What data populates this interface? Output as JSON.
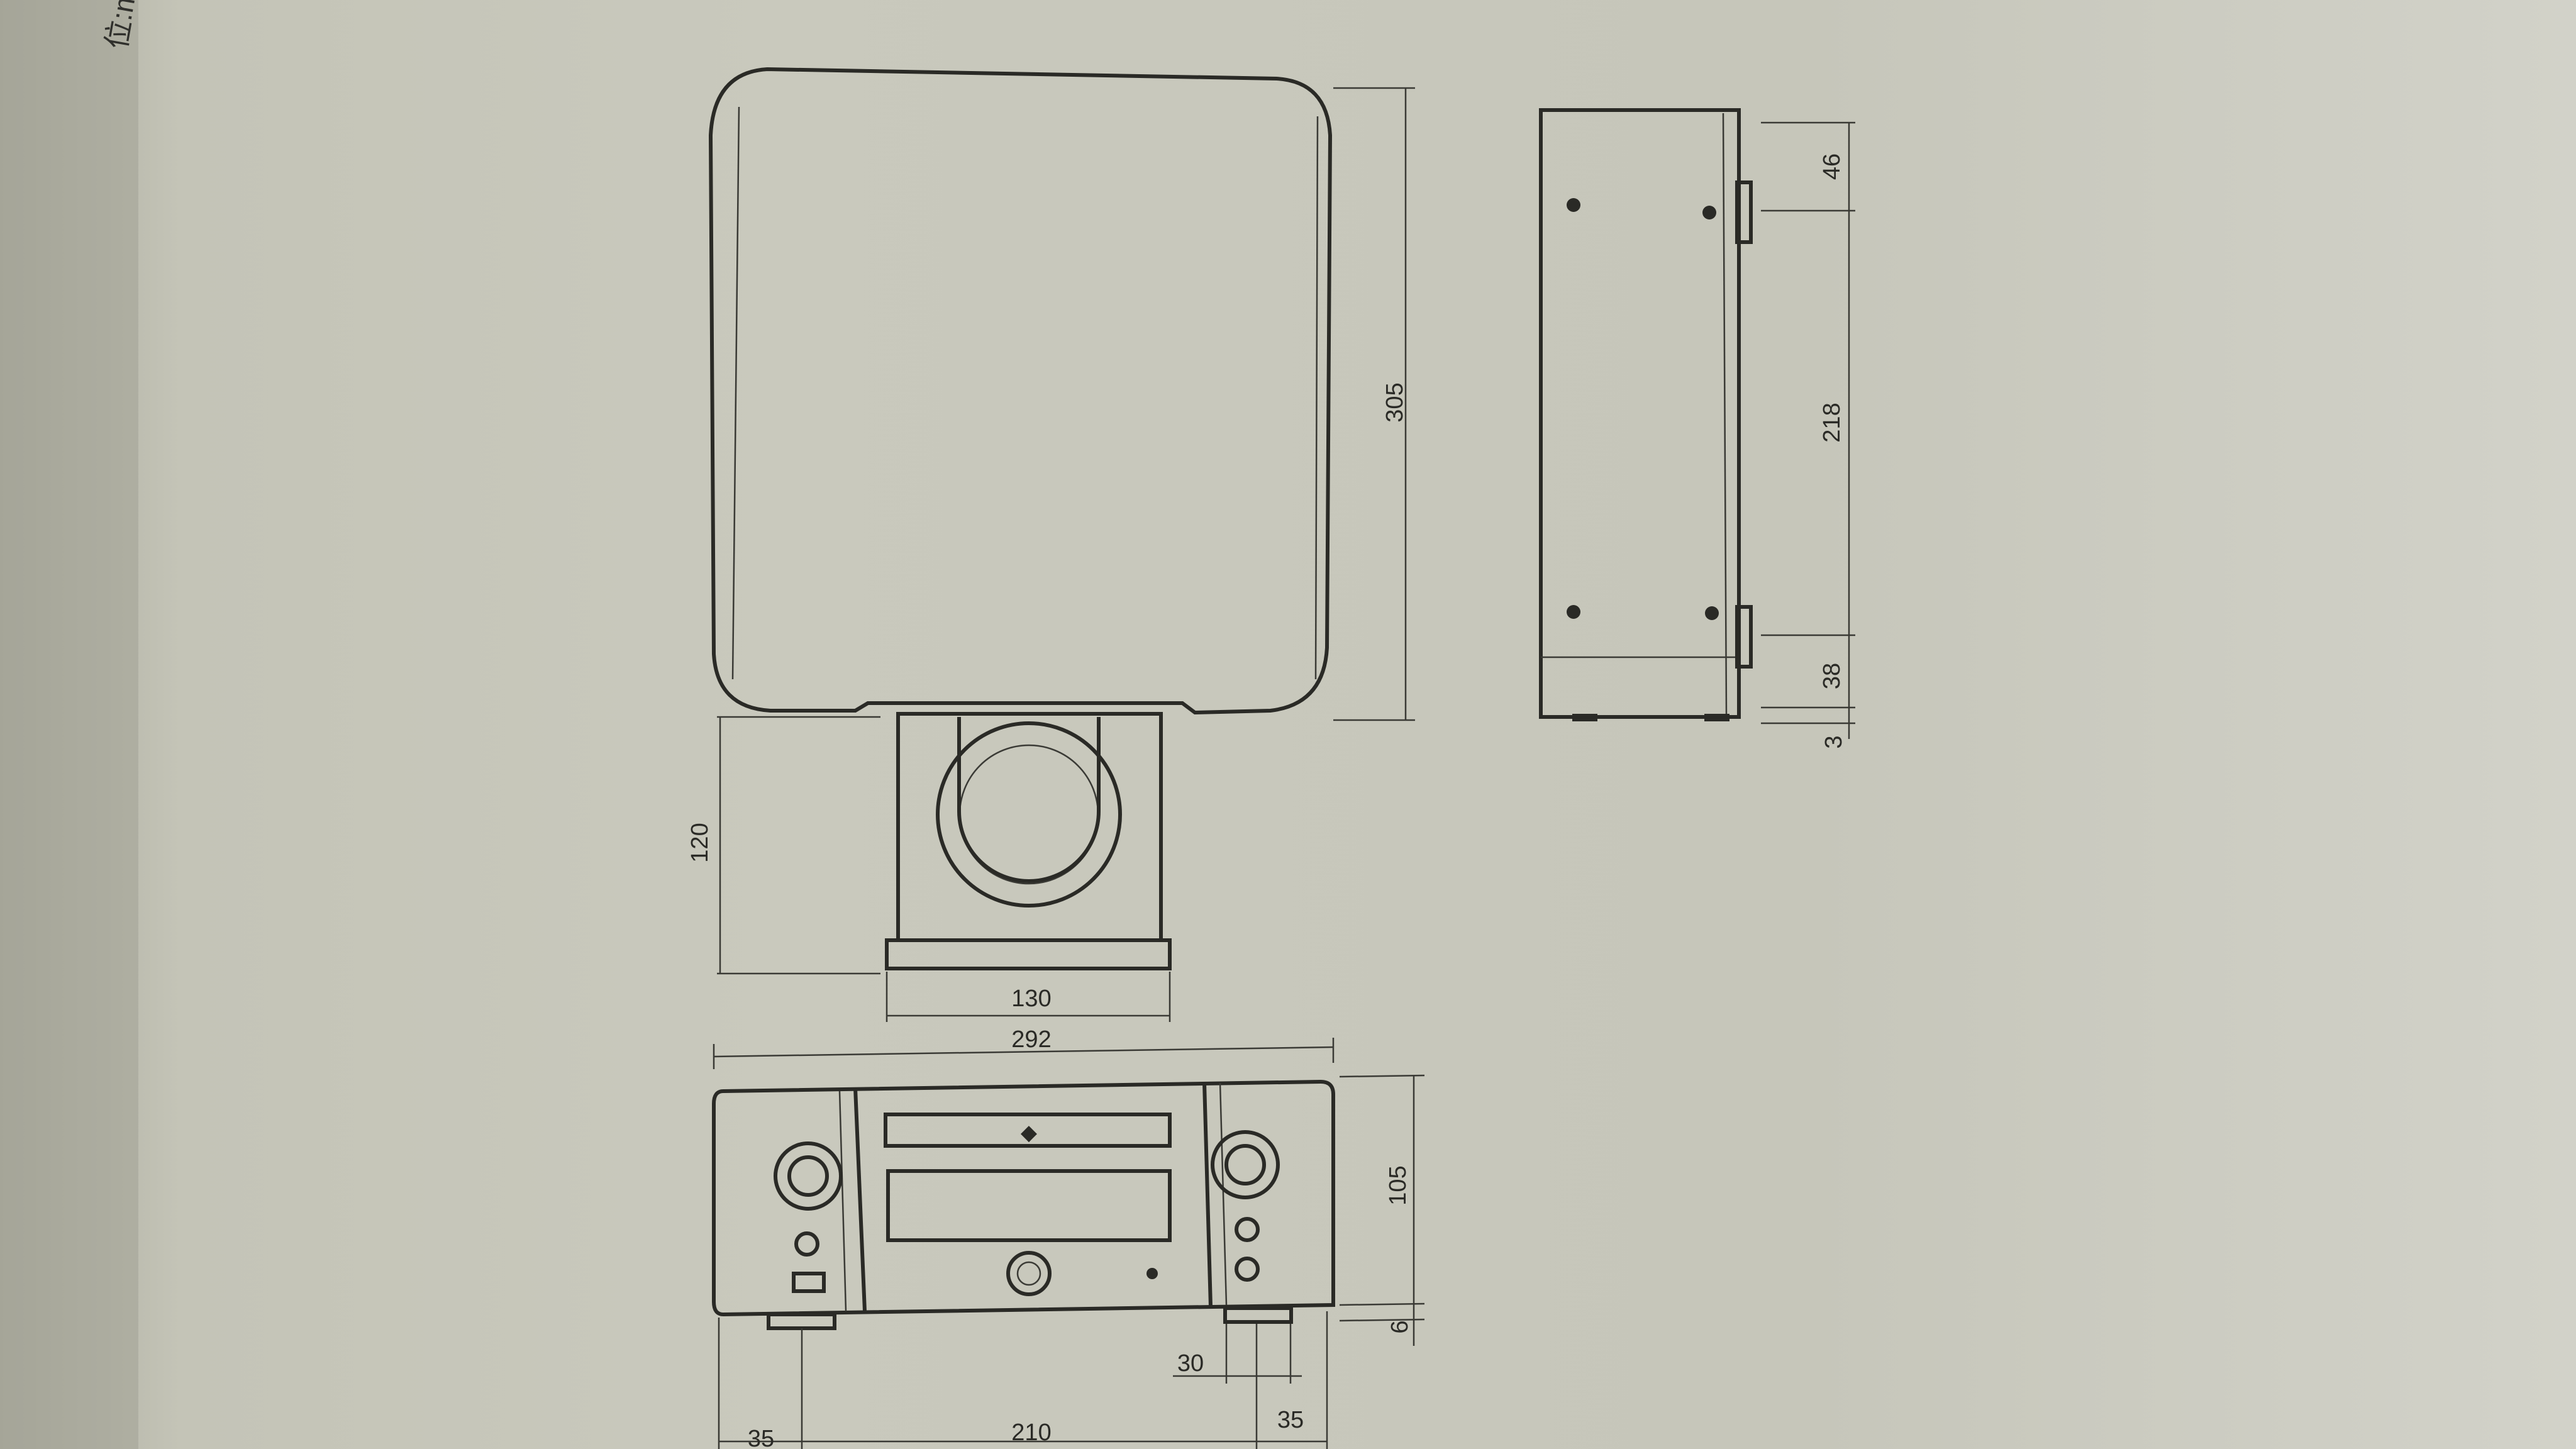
{
  "header": {
    "unit_label": "位:mm"
  },
  "top_view": {
    "depth": "305",
    "tray_depth": "120",
    "tray_width": "130"
  },
  "side_view": {
    "top_offset": "46",
    "hole_spacing": "218",
    "bottom_offset": "38",
    "foot_height": "3"
  },
  "front_view": {
    "width": "292",
    "height": "105",
    "foot_height": "6",
    "foot_width": "30",
    "left_foot_offset": "35",
    "foot_spacing": "210",
    "right_foot_offset": "35"
  }
}
